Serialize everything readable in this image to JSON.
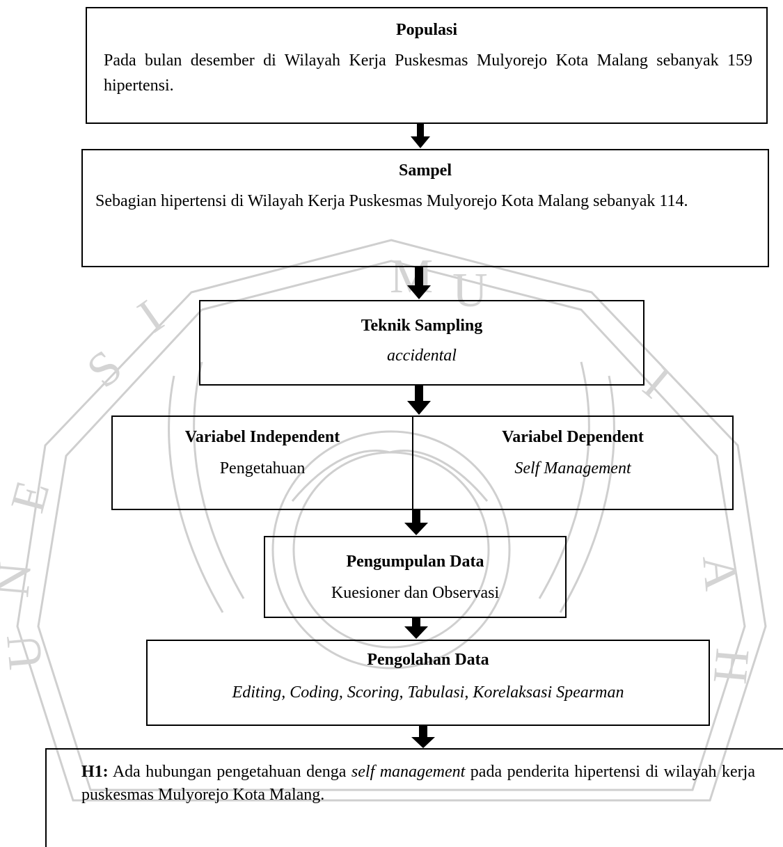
{
  "nodes": {
    "populasi": {
      "title": "Populasi",
      "text": "Pada bulan desember di Wilayah Kerja Puskesmas Mulyorejo Kota Malang sebanyak 159 hipertensi."
    },
    "sampel": {
      "title": "Sampel",
      "text": "Sebagian hipertensi di Wilayah Kerja Puskesmas Mulyorejo Kota Malang sebanyak 114."
    },
    "teknik": {
      "title": "Teknik Sampling",
      "text": "accidental"
    },
    "var_independent": {
      "title": "Variabel Independent",
      "text": "Pengetahuan"
    },
    "var_dependent": {
      "title": "Variabel Dependent",
      "text": "Self Management"
    },
    "pengumpulan": {
      "title": "Pengumpulan Data",
      "text": "Kuesioner dan Observasi"
    },
    "pengolahan": {
      "title": "Pengolahan Data",
      "text_italic": "Editing, Coding, Scoring, Tabulasi",
      "text_sep": ", ",
      "text_italic2": "Korelaksasi Spearman"
    },
    "hipotesis": {
      "label": "H1:",
      "text_1": " Ada hubungan pengetahuan denga ",
      "text_italic": "self management",
      "text_2": " pada penderita hipertensi di wilayah kerja puskesmas Mulyorejo Kota Malang."
    }
  },
  "edges": [
    {
      "from": "populasi",
      "to": "sampel"
    },
    {
      "from": "sampel",
      "to": "teknik"
    },
    {
      "from": "teknik",
      "to": "variabel"
    },
    {
      "from": "variabel",
      "to": "pengumpulan"
    },
    {
      "from": "pengumpulan",
      "to": "pengolahan"
    },
    {
      "from": "pengolahan",
      "to": "hipotesis"
    }
  ],
  "colors": {
    "stroke": "#000000",
    "watermark": "#c8c8c8"
  }
}
